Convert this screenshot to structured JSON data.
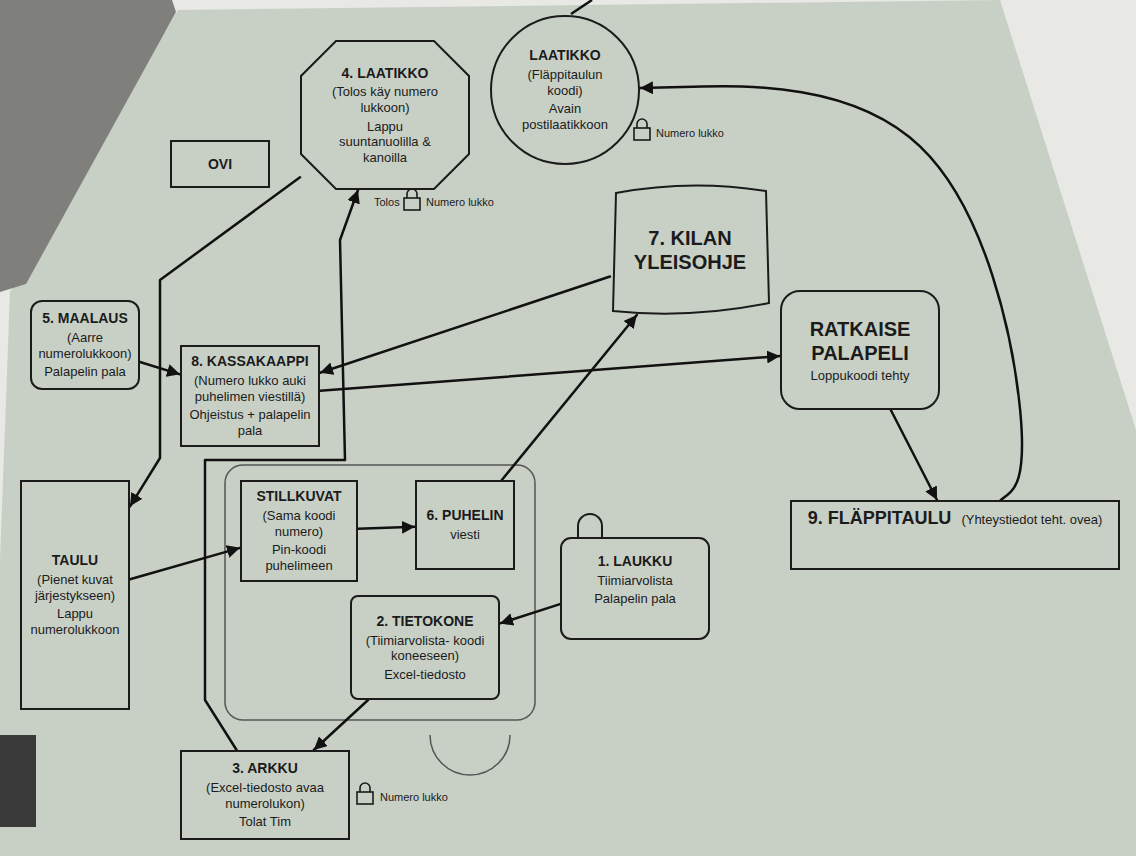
{
  "diagram": {
    "nodes": [
      {
        "text": [
          "4. LAATIKKO",
          "(Tolos käy numero lukkoon)",
          "Lappu suuntanuolilla & kanoilla"
        ]
      },
      {
        "text": [
          "LAATIKKO",
          "(Fläppitaulun koodi)",
          "Avain postilaatikkoon"
        ]
      },
      {
        "text": [
          "OVI"
        ]
      },
      {
        "text": [
          "7. KILAN YLEISOHJE"
        ]
      },
      {
        "text": [
          "5. MAALAUS",
          "(Aarre numerolukkoon)",
          "Palapelin pala"
        ]
      },
      {
        "text": [
          "RATKAISE PALAPELI",
          "Loppukoodi tehty"
        ]
      },
      {
        "text": [
          "8. KASSAKAAPPI",
          "(Numero lukko auki puhelimen viestillä)",
          "Ohjeistus + palapelin pala"
        ]
      },
      {
        "text": [
          "6. PUHELIN",
          "viesti"
        ]
      },
      {
        "text": [
          "STILLKUVAT",
          "(Sama koodi numero)",
          "Pin-koodi puhelimeen"
        ]
      },
      {
        "text": [
          "9. FLÄPPITAULU",
          "(Yhteystiedot teht. ovea)"
        ]
      },
      {
        "text": [
          "1. LAUKKU",
          "Tiimiarvolista",
          "Palapelin pala"
        ]
      },
      {
        "text": [
          "TAULU",
          "(Pienet kuvat järjestykseen)",
          "Lappu numerolukkoon"
        ]
      },
      {
        "text": [
          "2. TIETOKONE",
          "(Tiimiarvolista- koodi koneeseen)",
          "Excel-tiedosto"
        ]
      },
      {
        "text": [
          "3. ARKKU",
          "(Excel-tiedosto avaa numerolukon)",
          "Tolat Tim"
        ]
      }
    ],
    "edges": [
      {
        "from": 10,
        "to": 12,
        "arrow": "to"
      },
      {
        "from": 12,
        "to": 13,
        "arrow": "to"
      },
      {
        "from": 13,
        "to": 0,
        "arrow": "to"
      },
      {
        "from": 0,
        "to": 11,
        "arrow": "to"
      },
      {
        "from": 11,
        "to": 8,
        "arrow": "to"
      },
      {
        "from": 8,
        "to": 7,
        "arrow": "to"
      },
      {
        "from": 7,
        "to": 3,
        "arrow": "to"
      },
      {
        "from": 3,
        "to": 6,
        "arrow": "to"
      },
      {
        "from": 4,
        "to": 6,
        "arrow": "to"
      },
      {
        "from": 6,
        "to": 5,
        "arrow": "to"
      },
      {
        "from": 5,
        "to": 9,
        "arrow": "to"
      },
      {
        "from": 9,
        "to": 1,
        "arrow": "to"
      }
    ],
    "labels": [
      "Numero lukko",
      "Tolos",
      "Numero lukko",
      "Numero lukko"
    ]
  }
}
